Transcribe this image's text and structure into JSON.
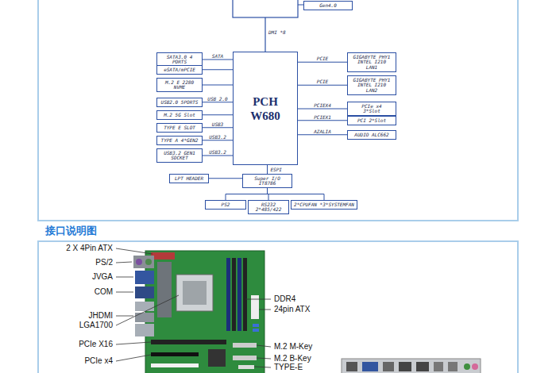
{
  "diagram": {
    "nodes": [
      {
        "text": [
          "Gen4.0"
        ]
      },
      {
        "text": [
          "SATA3.0 4 PORTS"
        ]
      },
      {
        "text": [
          "eSATA/mPCIE"
        ]
      },
      {
        "text": [
          "M.2 E 2280 NVME"
        ]
      },
      {
        "text": [
          "USB2.0 5PORTS"
        ]
      },
      {
        "text": [
          "M.2 5G Slot"
        ]
      },
      {
        "text": [
          "TYPE E SLOT"
        ]
      },
      {
        "text": [
          "TYPE A 4*GEN2"
        ]
      },
      {
        "text": [
          "USB3.2 GEN1 SOCKET"
        ]
      },
      {
        "text": [
          "PCH W680"
        ]
      },
      {
        "text": [
          "GIGABYTE PHY1 INTEL I210 LAN1"
        ]
      },
      {
        "text": [
          "GIGABYTE PHY1 INTEL I210 LAN2"
        ]
      },
      {
        "text": [
          "PCIe x4 3*Slot"
        ]
      },
      {
        "text": [
          "PCI 2*Slot"
        ]
      },
      {
        "text": [
          "AUDIO ALC662"
        ]
      },
      {
        "text": [
          "LPT HEADER"
        ]
      },
      {
        "text": [
          "Super I/O IT8786"
        ]
      },
      {
        "text": [
          "PS2"
        ]
      },
      {
        "text": [
          "RS232 2*485/422"
        ]
      },
      {
        "text": [
          "2*CPUFAN *3*SYSTEMFAN"
        ]
      }
    ],
    "edges": [
      {
        "from": 9,
        "to": 1,
        "label": "SATA",
        "arrow": "none"
      },
      {
        "from": 9,
        "to": 2,
        "arrow": "none"
      },
      {
        "from": 9,
        "to": 3,
        "arrow": "none"
      },
      {
        "from": 9,
        "to": 4,
        "label": "USB 2.0",
        "arrow": "none"
      },
      {
        "from": 9,
        "to": 5,
        "arrow": "none"
      },
      {
        "from": 9,
        "to": 6,
        "label": "USB3",
        "arrow": "none"
      },
      {
        "from": 9,
        "to": 7,
        "label": "USB3.2",
        "arrow": "none"
      },
      {
        "from": 9,
        "to": 8,
        "label": "USB3.2",
        "arrow": "none"
      },
      {
        "from": 9,
        "to": 10,
        "label": "PCIE",
        "arrow": "none"
      },
      {
        "from": 9,
        "to": 11,
        "label": "PCIE",
        "arrow": "none"
      },
      {
        "from": 9,
        "to": 12,
        "label": "PCIEX4",
        "arrow": "none"
      },
      {
        "from": 9,
        "to": 13,
        "label": "PCIEX1",
        "arrow": "none"
      },
      {
        "from": 9,
        "to": 14,
        "label": "AZALIA",
        "arrow": "none"
      },
      {
        "from": 9,
        "to": 16,
        "label": "ESPI",
        "arrow": "none"
      },
      {
        "from": 15,
        "to": 16,
        "arrow": "none"
      },
      {
        "from": 16,
        "to": 17,
        "arrow": "none"
      },
      {
        "from": 16,
        "to": 18,
        "arrow": "none"
      },
      {
        "from": 16,
        "to": 19,
        "arrow": "none"
      }
    ],
    "labels": [
      "DMI *8",
      "接口说明图",
      "2 X 4Pin ATX",
      "PS/2",
      "JVGA",
      "COM",
      "JHDMI",
      "LGA1700",
      "PCIe X16",
      "PCIe x4",
      "DDR4",
      "24pin ATX",
      "M.2 M-Key",
      "M.2 B-Key",
      "TYPE-E"
    ]
  }
}
